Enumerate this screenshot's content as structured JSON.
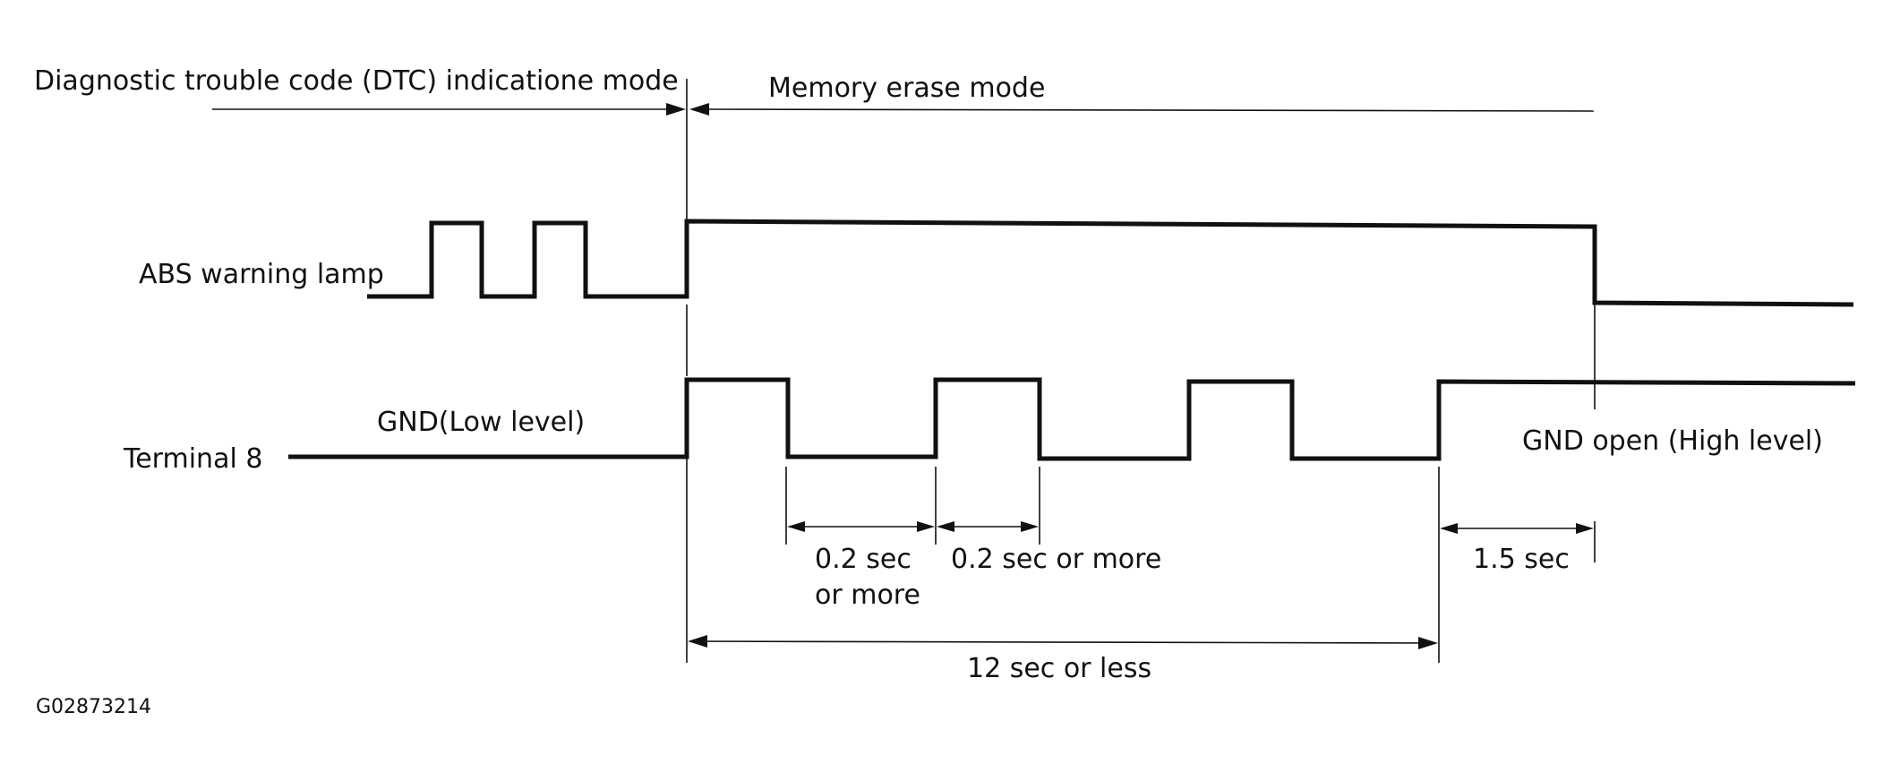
{
  "modes": {
    "dtc_mode_label": "Diagnostic trouble code (DTC) indicatione mode",
    "memory_erase_label": "Memory erase mode"
  },
  "signals": {
    "abs_lamp_label": "ABS warning lamp",
    "terminal8_label": "Terminal 8",
    "gnd_low_label": "GND(Low level)",
    "gnd_open_label": "GND open (High level)"
  },
  "timings": {
    "pulse_low_line1": "0.2 sec",
    "pulse_low_line2": "or more",
    "pulse_high_label": "0.2 sec or more",
    "release_label": "1.5 sec",
    "total_label": "12 sec or less"
  },
  "figure_id": "G02873214"
}
